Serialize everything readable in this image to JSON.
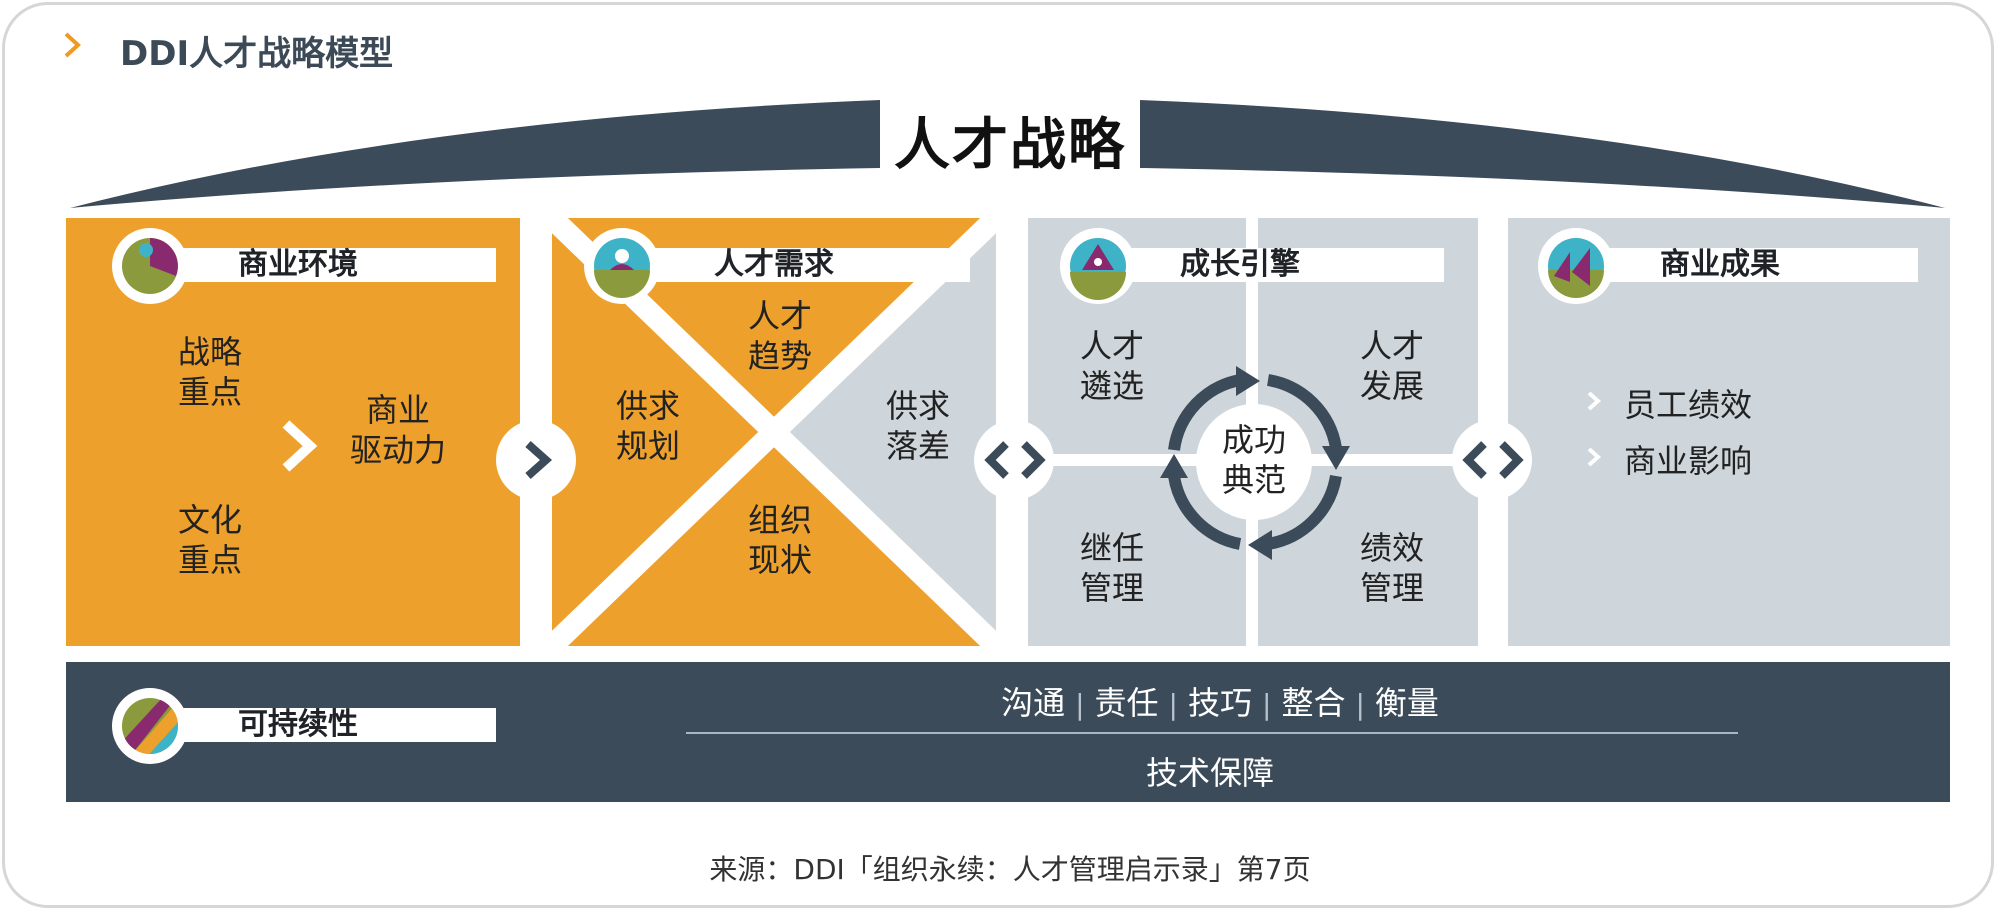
{
  "header": {
    "title": "DDI人才战略模型",
    "chevron_color": "#ee9b22"
  },
  "top": {
    "title": "人才战略"
  },
  "colors": {
    "orange": "#eea02d",
    "light_gray": "#cfd6db",
    "dark_slate": "#3c4b5a",
    "white": "#ffffff"
  },
  "panels": {
    "business_env": {
      "label": "商业环境",
      "strategy_focus": "战略\n重点",
      "culture_focus": "文化\n重点",
      "business_drivers": "商业\n驱动力"
    },
    "talent_demand": {
      "label": "人才需求",
      "trends": "人才\n趋势",
      "planning": "供求\n规划",
      "current": "组织\n现状",
      "gap": "供求\n落差"
    },
    "growth_engine": {
      "label": "成长引擎",
      "selection": "人才\n遴选",
      "development": "人才\n发展",
      "succession": "继任\n管理",
      "performance": "绩效\n管理",
      "center": "成功\n典范"
    },
    "business_results": {
      "label": "商业成果",
      "items": [
        "员工绩效",
        "商业影响"
      ]
    }
  },
  "sustainability": {
    "label": "可持续性",
    "pillars": [
      "沟通",
      "责任",
      "技巧",
      "整合",
      "衡量"
    ],
    "tech": "技术保障"
  },
  "source": "来源：DDI「组织永续：人才管理启示录」第7页"
}
